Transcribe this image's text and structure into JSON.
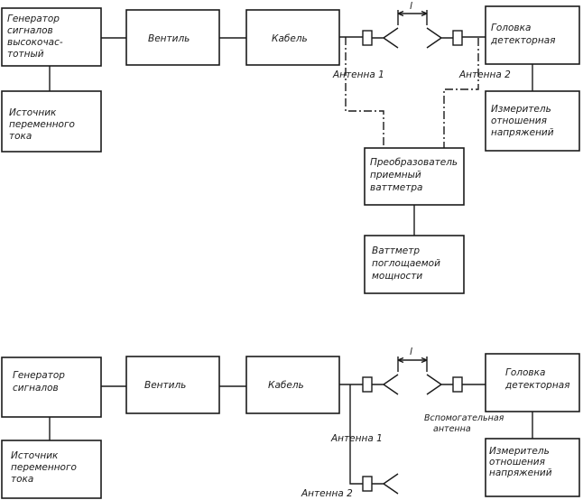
{
  "scheme1": {
    "generator": [
      "Генератор",
      "сигналов",
      "высокочас-",
      "тотный"
    ],
    "ventil": "Вентиль",
    "cable": "Кабель",
    "head": [
      "Головка",
      "детекторная"
    ],
    "ac_source": [
      "Источник",
      "переменного",
      "тока"
    ],
    "meter": [
      "Измеритель",
      "отношения",
      "напряжений"
    ],
    "converter": [
      "Преобразователь",
      "приемный",
      "ваттметра"
    ],
    "wattmeter": [
      "Ваттметр",
      "поглощаемой",
      "мощности"
    ],
    "antenna1": "Антенна 1",
    "antenna2": "Антенна 2",
    "distance": "l"
  },
  "scheme2": {
    "generator": [
      "Генератор",
      "сигналов"
    ],
    "ventil": "Вентиль",
    "cable": "Кабель",
    "head": [
      "Головка",
      "детекторная"
    ],
    "ac_source": [
      "Источник",
      "переменного",
      "тока"
    ],
    "meter": [
      "Измеритель",
      "отношения",
      "напряжений"
    ],
    "aux_antenna": [
      "Вспомогательная",
      "антенна"
    ],
    "antenna1": "Антенна 1",
    "antenna2": "Антенна 2",
    "distance": "l"
  }
}
